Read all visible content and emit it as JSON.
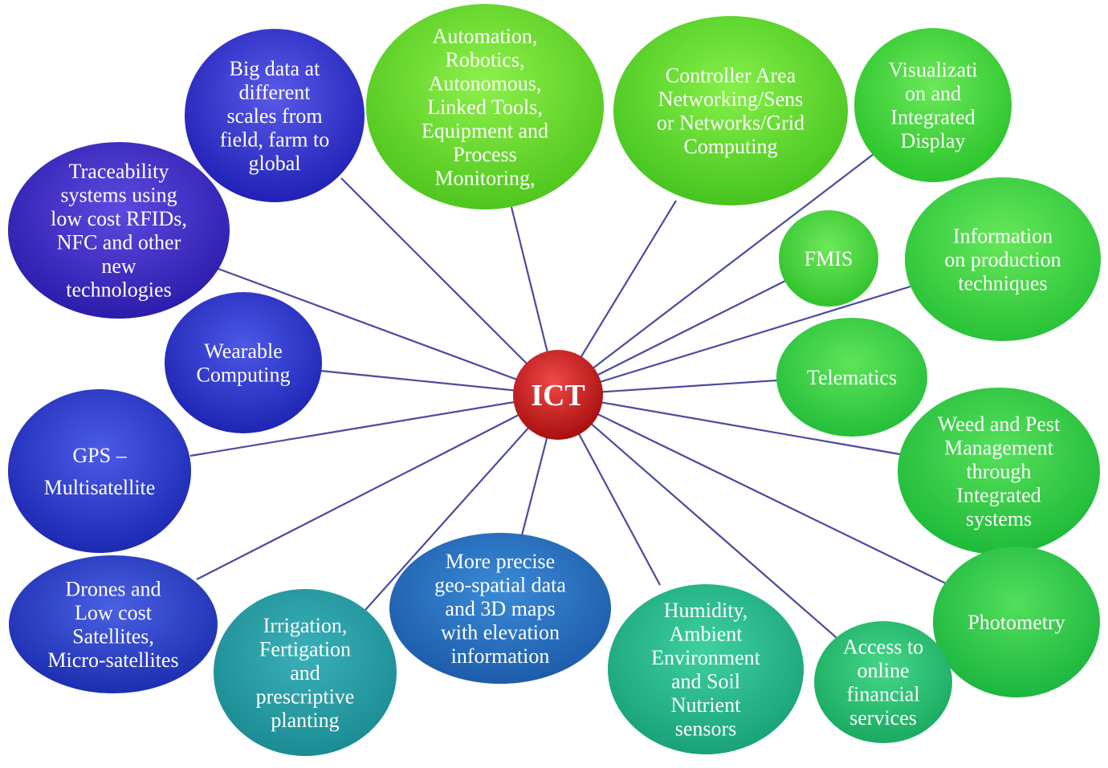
{
  "colors": {
    "connector": "#4a4aa0",
    "hub_light": "#f04848",
    "hub_dark": "#a30a0a",
    "label": "#ffffff"
  },
  "hub": {
    "label": "ICT"
  },
  "nodes": [
    {
      "id": "big-data",
      "lines": [
        "Big data at",
        "different",
        "scales from",
        "field, farm to",
        "global"
      ],
      "c1": "#5a5ae8",
      "c2": "#1e1eb4"
    },
    {
      "id": "automation",
      "lines": [
        "Automation,",
        "Robotics,",
        "Autonomous,",
        "Linked Tools,",
        "Equipment and",
        "Process",
        "Monitoring,"
      ],
      "c1": "#8ef04a",
      "c2": "#4cc41c"
    },
    {
      "id": "controller-area",
      "lines": [
        "Controller Area",
        "Networking/Sens",
        "or Networks/Grid",
        "Computing"
      ],
      "c1": "#86f048",
      "c2": "#44c21e"
    },
    {
      "id": "visualization",
      "lines": [
        "Visualizati",
        "on and",
        "Integrated",
        "Display"
      ],
      "c1": "#6ae858",
      "c2": "#28c22a"
    },
    {
      "id": "traceability",
      "lines": [
        "Traceability",
        "systems using",
        "low cost RFIDs,",
        "NFC and other",
        "new",
        "technologies"
      ],
      "c1": "#5c4ae0",
      "c2": "#2a1aa8"
    },
    {
      "id": "fmis",
      "lines": [
        "FMIS"
      ],
      "c1": "#6ee858",
      "c2": "#2ec02c"
    },
    {
      "id": "information",
      "lines": [
        "Information",
        "on production",
        "techniques"
      ],
      "c1": "#66e85a",
      "c2": "#26c036"
    },
    {
      "id": "wearable",
      "lines": [
        "Wearable",
        "Computing"
      ],
      "c1": "#4c58e6",
      "c2": "#1c22b0"
    },
    {
      "id": "telematics",
      "lines": [
        "Telematics"
      ],
      "c1": "#5ee45a",
      "c2": "#22bc38"
    },
    {
      "id": "gps",
      "lines": [
        "GPS –",
        "Multisatellite"
      ],
      "c1": "#4c5ce6",
      "c2": "#1a26b0"
    },
    {
      "id": "weed-pest",
      "lines": [
        "Weed and Pest",
        "Management",
        "through",
        "Integrated",
        "systems"
      ],
      "c1": "#56e05a",
      "c2": "#1cb838"
    },
    {
      "id": "drones",
      "lines": [
        "Drones and",
        "Low cost",
        "Satellites,",
        "Micro-satellites"
      ],
      "c1": "#4a60e2",
      "c2": "#1a2cae"
    },
    {
      "id": "photometry",
      "lines": [
        "Photometry"
      ],
      "c1": "#52de5c",
      "c2": "#1ab43e"
    },
    {
      "id": "irrigation",
      "lines": [
        "Irrigation,",
        "Fertigation",
        "and",
        "prescriptive",
        "planting"
      ],
      "c1": "#3ab0b8",
      "c2": "#1a8a92"
    },
    {
      "id": "geo-spatial",
      "lines": [
        "More precise",
        "geo-spatial data",
        "and 3D maps",
        "with elevation",
        "information"
      ],
      "c1": "#3a8ad6",
      "c2": "#1c5aa8"
    },
    {
      "id": "humidity",
      "lines": [
        "Humidity,",
        "Ambient",
        "Environment",
        "and Soil",
        "Nutrient",
        "sensors"
      ],
      "c1": "#3ed0a0",
      "c2": "#18a078"
    },
    {
      "id": "financial",
      "lines": [
        "Access to",
        "online",
        "financial",
        "services"
      ],
      "c1": "#44d688",
      "c2": "#18a860"
    }
  ]
}
